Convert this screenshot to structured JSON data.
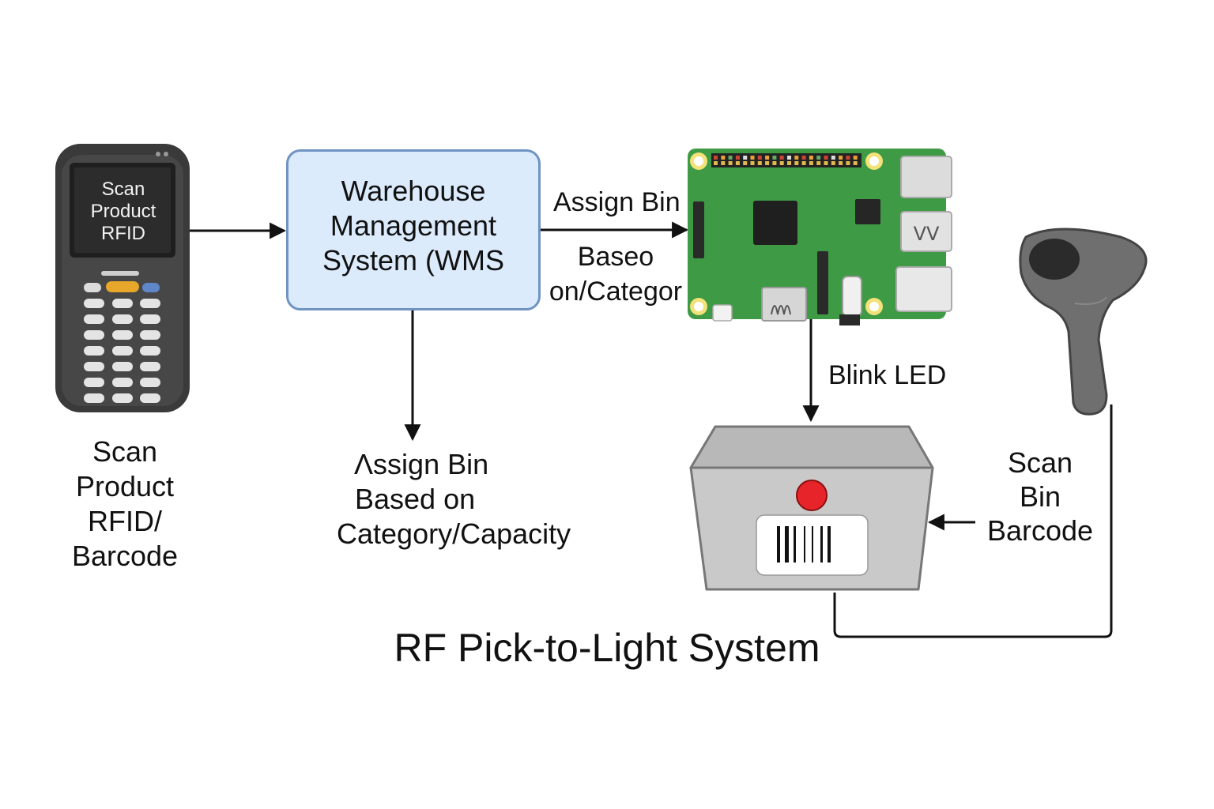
{
  "diagram": {
    "title": "RF Pick-to-Light System",
    "scanner": {
      "screen_lines": [
        "Scan",
        "Product",
        "RFID"
      ],
      "caption_lines": [
        "Scan",
        "Product",
        "RFID/",
        "Barcode"
      ]
    },
    "wms": {
      "lines": [
        "Warehouse",
        "Management",
        "System (WMS"
      ]
    },
    "edge_wms_to_board": {
      "label": "Assign Bin",
      "sublabel_lines": [
        "Baseo",
        "on/Categor"
      ]
    },
    "edge_wms_down": {
      "lines": [
        "Ʌssign Bin",
        "Based on",
        "Category/Capacity"
      ]
    },
    "edge_board_to_bin": {
      "label": "Blink LED"
    },
    "barcode_scanner": {
      "lines": [
        "Scan",
        "Bin",
        "Barcode"
      ]
    }
  },
  "colors": {
    "wms_fill": "#dcebfb",
    "wms_border": "#6f93c3",
    "board_green": "#3f9a45",
    "led_red": "#e8242b",
    "bin_gray": "#c9c9c9",
    "device_dark": "#3d3d3d"
  },
  "icons": {
    "handheld": "handheld-rfid-scanner-icon",
    "board": "raspberry-pi-board-icon",
    "bin": "storage-bin-icon",
    "barcode_gun": "barcode-scanner-gun-icon"
  }
}
